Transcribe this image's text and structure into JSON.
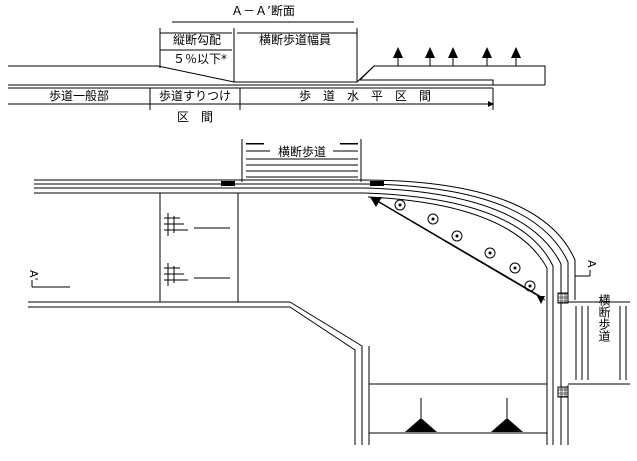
{
  "section": {
    "title": "Ａ－Ａ’断面",
    "grade_label": "縦断勾配",
    "grade_value": "５％以下*",
    "crosswalk_width_label": "横断歩道幅員",
    "general_sidewalk_label": "歩道一般部",
    "transition_label": "歩道すりつけ",
    "transition_label_2": "区　間",
    "level_section_label": "歩　道　水　平　区　間"
  },
  "plan": {
    "crosswalk_top_label": "横断歩道",
    "crosswalk_right_label": "横断歩道",
    "section_mark_left": "A'",
    "section_mark_right": "A"
  },
  "colors": {
    "line": "#000000",
    "background": "#ffffff"
  }
}
